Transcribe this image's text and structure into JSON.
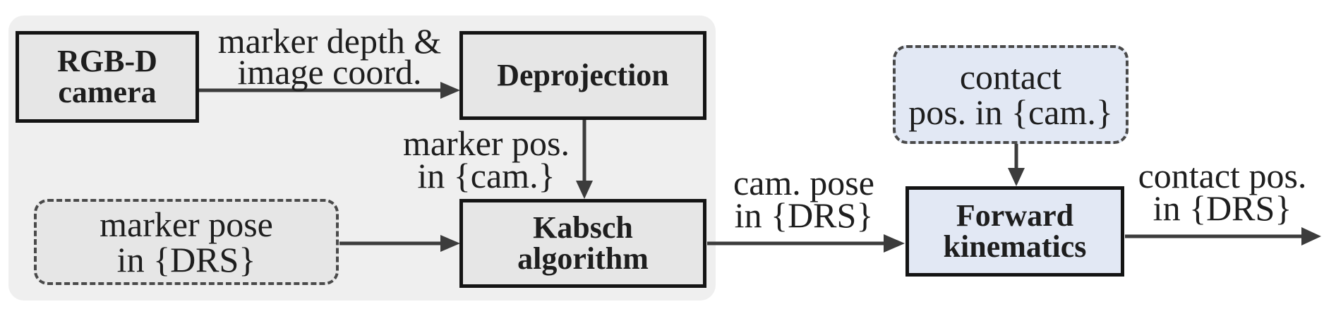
{
  "nodes": {
    "rgbd_camera": [
      "RGB-D",
      "camera"
    ],
    "deprojection": [
      "Deprojection"
    ],
    "marker_pose": [
      "marker pose",
      "in {DRS}"
    ],
    "kabsch": [
      "Kabsch",
      "algorithm"
    ],
    "contact_cam": [
      "contact",
      "pos. in {cam.}"
    ],
    "forward_kinematics": [
      "Forward",
      "kinematics"
    ]
  },
  "edge_labels": {
    "depth_coord": [
      "marker depth &",
      "image coord."
    ],
    "marker_pos_cam": [
      "marker pos.",
      "in {cam.}"
    ],
    "cam_pose_drs": [
      "cam. pose",
      "in {DRS}"
    ],
    "contact_pos_drs": [
      "contact pos.",
      "in {DRS}"
    ]
  },
  "colors": {
    "panel": "#efefef",
    "node_gray": "#e6e6e6",
    "node_blue": "#e2e8f4",
    "stroke": "#141414",
    "arrow": "#3c3c3c"
  }
}
